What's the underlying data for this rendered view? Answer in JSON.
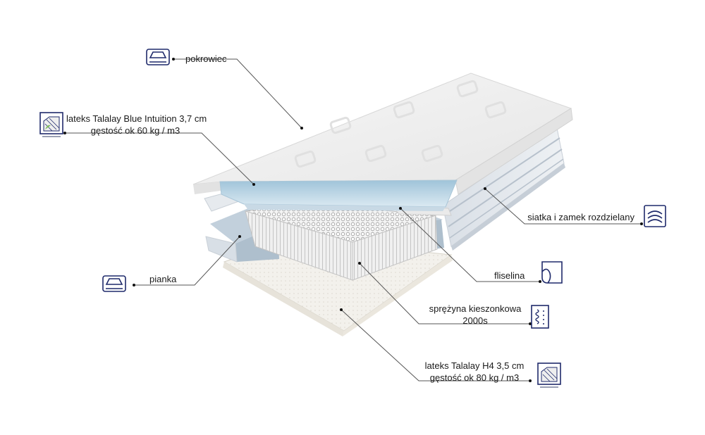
{
  "labels": {
    "pokrowiec": "pokrowiec",
    "lateks_blue": {
      "line1": "lateks Talalay Blue Intuition 3,7 cm",
      "line2": "gęstość ok 60 kg / m3"
    },
    "siatka": "siatka i zamek rozdzielany",
    "pianka": "pianka",
    "fliselina": "fliselina",
    "sprezyna": {
      "line1": "sprężyna kieszonkowa",
      "line2": "2000s"
    },
    "lateks_h4": {
      "line1": "lateks Talalay H4 3,5 cm",
      "line2": "gęstość ok 80 kg / m3"
    }
  },
  "icons": {
    "pokrowiec": "mattress-cover-icon",
    "lateks_blue": "latex-layer-icon",
    "siatka": "mesh-zipper-icon",
    "pianka": "foam-icon",
    "fliselina": "fleece-sheet-icon",
    "sprezyna": "pocket-spring-icon",
    "lateks_h4": "latex-layer-icon"
  },
  "colors": {
    "icon_stroke": "#1f2a6b",
    "leader_line": "#555555",
    "mattress_white": "#f1f1f1",
    "latex_blue": "#bfd7e6",
    "side_blue": "#cfd8e2"
  }
}
